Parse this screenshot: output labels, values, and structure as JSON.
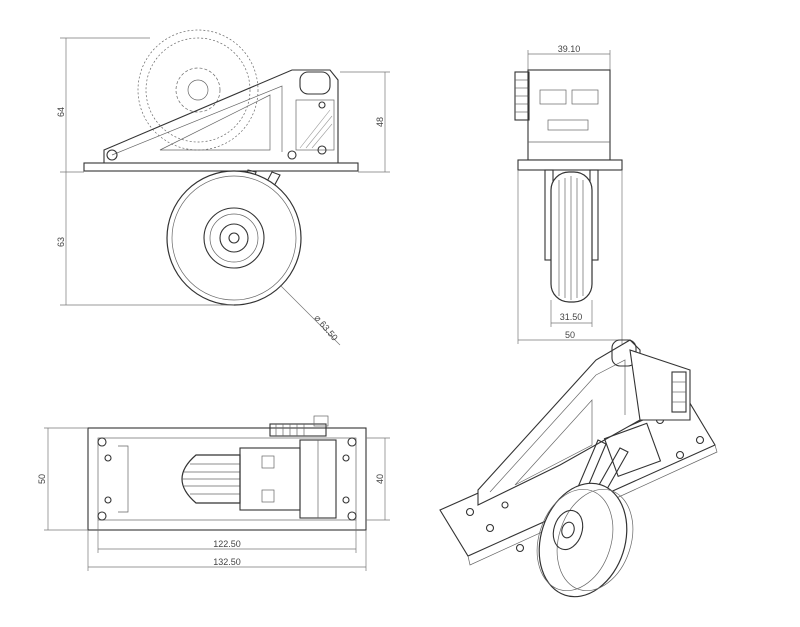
{
  "dimensions": {
    "side_height_upper": "64",
    "side_height_lower": "63",
    "side_bracket_height": "48",
    "wheel_diameter": "⌀ 63.50",
    "front_top_width": "39.10",
    "front_tyre_width": "31.50",
    "front_base_width": "50",
    "plan_inner_length": "122.50",
    "plan_outer_length": "132.50",
    "plan_outer_width": "50",
    "plan_inner_width": "40"
  }
}
